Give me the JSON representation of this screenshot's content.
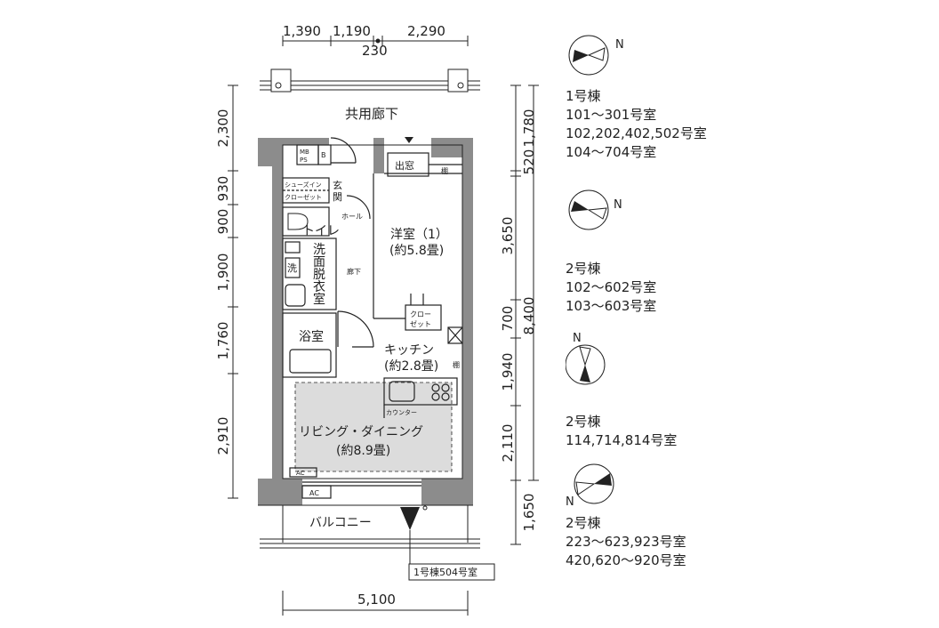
{
  "top_dims": {
    "d1": "1,390",
    "d2": "1,190",
    "d3": "2,290",
    "d4": "230"
  },
  "bottom_dim": "5,100",
  "left_dims": [
    "2,300",
    "930",
    "900",
    "1,900",
    "1,760",
    "2,910"
  ],
  "right_dims": [
    "1,780",
    "520",
    "3,650",
    "700",
    "8,400",
    "1,940",
    "2,110",
    "1,650"
  ],
  "rooms": {
    "corridor": "共用廊下",
    "balcony": "バルコニー",
    "western_room_name": "洋室（1）",
    "western_room_area": "(約5.8畳)",
    "kitchen_name": "キッチン",
    "kitchen_area": "(約2.8畳)",
    "living_name": "リビング・ダイニング",
    "living_area": "(約8.9畳)",
    "bath": "浴室",
    "toilet": "トイレ",
    "wash_chars": [
      "洗",
      "面",
      "脱",
      "衣",
      "室"
    ],
    "wash_basin": "洗",
    "hallway": "廊下",
    "hall": "ホール",
    "entrance_chars": [
      "玄",
      "関"
    ],
    "bay_window": "出窓",
    "shelf": "棚",
    "shelf2": "棚",
    "closet_1": "クロー",
    "closet_2": "ゼット",
    "shoe_closet_1": "シューズイン",
    "shoe_closet_2": "クローゼット",
    "mb": "MB",
    "ps": "PS",
    "b": "B",
    "counter": "カウンター",
    "ac1": "AC",
    "ac2": "AC"
  },
  "unit_note": "1号棟504号室",
  "buildings": [
    {
      "lines": [
        "1号棟",
        "101～301号室",
        "102,202,402,502号室",
        "104～704号室"
      ]
    },
    {
      "lines": [
        "2号棟",
        "102～602号室",
        "103～603号室"
      ]
    },
    {
      "lines": [
        "2号棟",
        "114,714,814号室"
      ]
    },
    {
      "lines": [
        "2号棟",
        "223～623,923号室",
        "420,620～920号室"
      ]
    }
  ],
  "compass_label": "N",
  "colors": {
    "wall": "#8c8c8c",
    "living_floor": "#dcdcdc",
    "line": "#222222"
  }
}
